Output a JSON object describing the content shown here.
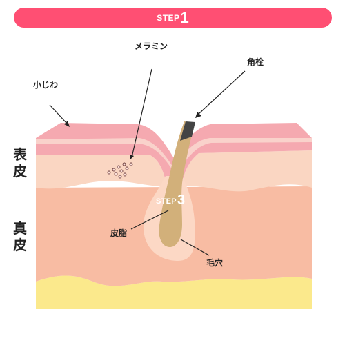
{
  "banner": {
    "step_word": "STEP",
    "step_number": "1"
  },
  "labels": {
    "melanin": "メラミン",
    "fine_wrinkles": "小じわ",
    "pore_plug": "角栓",
    "epidermis": [
      "表",
      "皮"
    ],
    "dermis": [
      "真",
      "皮"
    ],
    "sebum": "皮脂",
    "hair_pore": "毛穴"
  },
  "step3": {
    "word": "STEP",
    "number": "3"
  },
  "colors": {
    "banner": "#ff4f73",
    "skin_top": "#f5a9b0",
    "skin_band": "#f9d2cb",
    "dermis": "#f8bca3",
    "fat_layer": "#fbe98c",
    "hair": "#d2b07a",
    "pore_plug": "#444444"
  }
}
